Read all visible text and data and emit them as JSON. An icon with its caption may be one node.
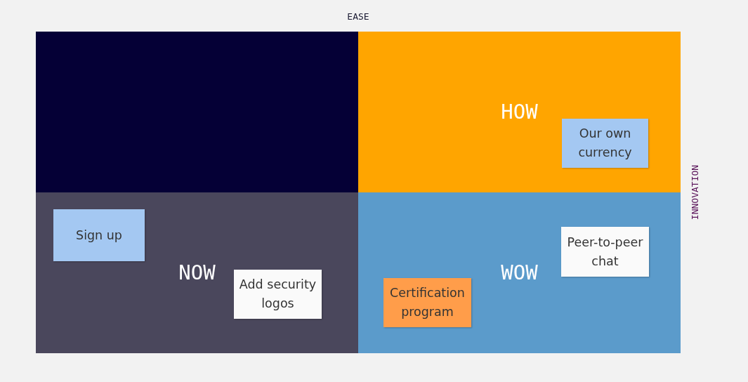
{
  "diagram": {
    "nodes": [
      {
        "text": [],
        "shape": "box"
      },
      {
        "text": [
          "HOW"
        ]
      },
      {
        "text": [
          "Our own currency"
        ],
        "in": 1
      },
      {
        "text": [
          "NOW"
        ]
      },
      {
        "text": [
          "Sign up"
        ],
        "in": 3
      },
      {
        "text": [
          "Add security logos"
        ],
        "in": 3
      },
      {
        "text": [
          "WOW"
        ]
      },
      {
        "text": [
          "Peer-to-peer chat"
        ],
        "in": 6
      },
      {
        "text": [
          "Certification program"
        ],
        "in": 6
      }
    ],
    "edges": [],
    "labels": [
      "EASE",
      "INNOVATION"
    ]
  }
}
